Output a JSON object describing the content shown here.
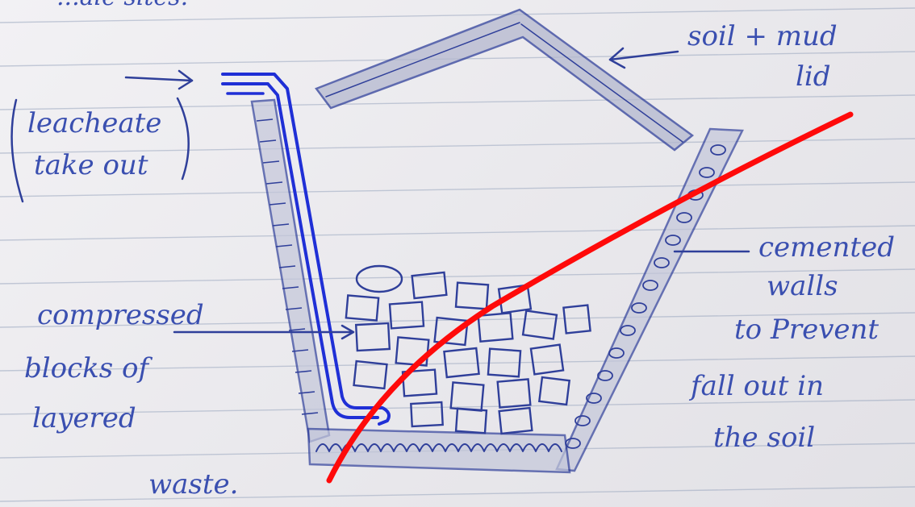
{
  "labels": {
    "top_fragment": "...ale sites.",
    "lid_line1": "soil + mud",
    "lid_line2": "lid",
    "leachate_line1": "leacheate",
    "leachate_line2": "take out",
    "walls_line1": "cemented",
    "walls_line2": "walls",
    "walls_line3": "to Prevent",
    "walls_line4": "fall out in",
    "walls_line5": "the soil",
    "blocks_line1": "compressed",
    "blocks_line2": "blocks of",
    "blocks_line3": "layered",
    "blocks_line4": "waste."
  },
  "colors": {
    "paper": "#eeedf0",
    "pencil_ink": "#3a4fb0",
    "pipe_ink": "#1f2fd6",
    "correction_red": "#ff0a0a",
    "rule_line": "#9aa7bf"
  },
  "icons": {
    "correction_mark": "red-slash-stroke"
  }
}
